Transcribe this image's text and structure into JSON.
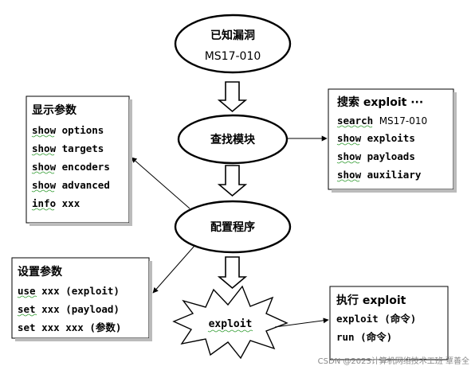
{
  "nodes": {
    "known_vuln": {
      "line1": "已知漏洞",
      "line2": "MS17-010"
    },
    "find_module": {
      "label": "查找模块"
    },
    "configure": {
      "label": "配置程序"
    },
    "exploit": {
      "label": "exploit"
    }
  },
  "boxes": {
    "search": {
      "title": "搜索 exploit ···",
      "lines": [
        {
          "cmd": "search",
          "arg": "MS17-010"
        },
        {
          "cmd": "show",
          "arg": "exploits"
        },
        {
          "cmd": "show",
          "arg": "payloads"
        },
        {
          "cmd": "show",
          "arg": "auxiliary"
        }
      ]
    },
    "show_params": {
      "title": "显示参数",
      "lines": [
        {
          "cmd": "show",
          "arg": "options"
        },
        {
          "cmd": "show",
          "arg": "targets"
        },
        {
          "cmd": "show",
          "arg": "encoders"
        },
        {
          "cmd": "show",
          "arg": "advanced"
        },
        {
          "cmd": "info",
          "arg": "xxx"
        }
      ]
    },
    "set_params": {
      "title": "设置参数",
      "lines": [
        {
          "cmd": "use",
          "arg": "xxx (exploit)"
        },
        {
          "cmd": "set",
          "arg": "xxx (payload)"
        },
        {
          "cmd": "set",
          "arg": " xxx xxx (参数)"
        }
      ]
    },
    "execute": {
      "title": "执行 exploit",
      "lines": [
        {
          "cmd": "exploit",
          "arg": "(命令)"
        },
        {
          "cmd": "run",
          "arg": " (命令)"
        }
      ]
    }
  },
  "watermark": "CSDN @2023计算机网络技术工班 覃善全"
}
